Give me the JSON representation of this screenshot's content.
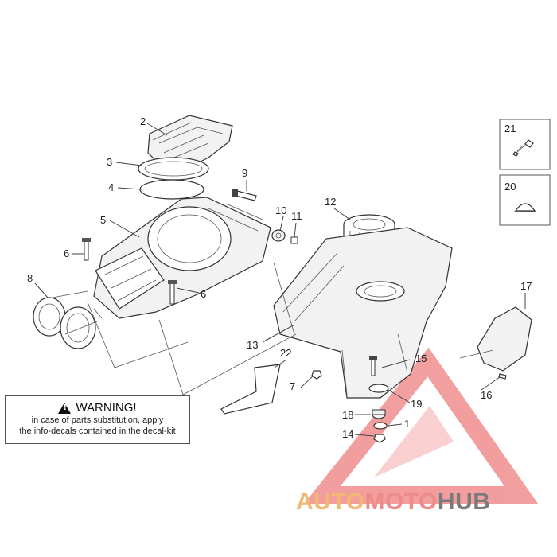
{
  "callouts": [
    "1",
    "2",
    "3",
    "4",
    "5",
    "6",
    "6",
    "7",
    "8",
    "9",
    "10",
    "11",
    "12",
    "13",
    "14",
    "15",
    "16",
    "17",
    "18",
    "19",
    "20",
    "21",
    "22"
  ],
  "warning": {
    "title": "WARNING!",
    "line1": "in case of parts substitution, apply",
    "line2": "the info-decals contained in the decal-kit"
  },
  "watermark": {
    "part1": "AUTO",
    "part2": "MOTO",
    "part3": "HUB",
    "colors": {
      "auto": "#f2b872",
      "moto": "#ee8a8a",
      "hub": "#7a7a7a",
      "triangle": "#e85050"
    }
  },
  "icons": {
    "warning": "warning-triangle-icon",
    "logo": "automotohub-logo"
  }
}
